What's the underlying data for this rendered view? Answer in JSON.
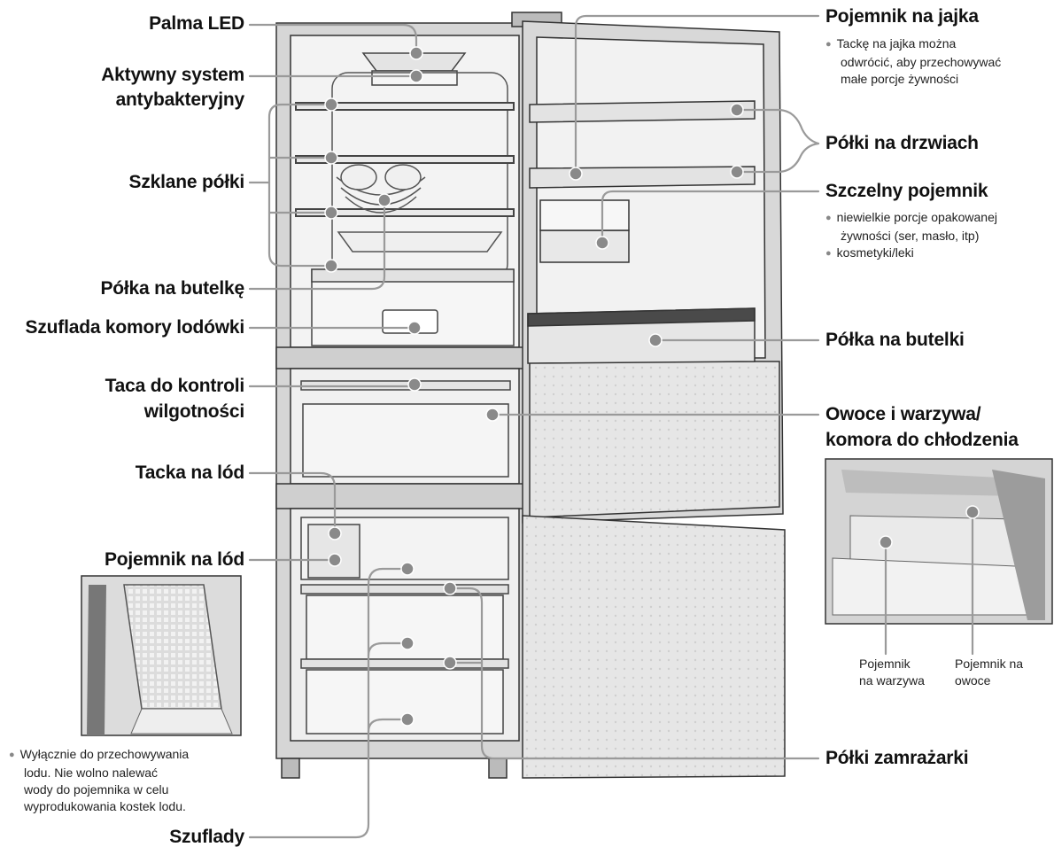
{
  "labels_left": {
    "palma_led": "Palma LED",
    "aktywny_1": "Aktywny system",
    "aktywny_2": "antybakteryjny",
    "szklane_polki": "Szklane półki",
    "polka_na_butelke": "Półka na butelkę",
    "szuflada_komory": "Szuflada komory lodówki",
    "taca_1": "Taca do kontroli",
    "taca_2": "wilgotności",
    "tacka_na_lod": "Tacka na lód",
    "pojemnik_na_lod": "Pojemnik na lód",
    "szuflady": "Szuflady"
  },
  "labels_right": {
    "pojemnik_na_jajka": "Pojemnik na jajka",
    "polki_na_drzwiach": "Półki na drzwiach",
    "szczelny_pojemnik": "Szczelny pojemnik",
    "polka_na_butelki": "Półka na butelki",
    "owoce_1": "Owoce i warzywa/",
    "owoce_2": "komora do chłodzenia",
    "polki_zamrazarki": "Półki zamrażarki"
  },
  "notes": {
    "egg_1": "Tackę na jajka można",
    "egg_2": "odwrócić, aby przechowywać",
    "egg_3": "małe porcje żywności",
    "sealed_b1_1": "niewielkie porcje opakowanej",
    "sealed_b1_2": "żywności (ser, masło, itp)",
    "sealed_b2": "kosmetyki/leki",
    "ice_1": "Wyłącznie do przechowywania",
    "ice_2": "lodu. Nie wolno nalewać",
    "ice_3": "wody do pojemnika w celu",
    "ice_4": "wyprodukowania kostek lodu."
  },
  "inset_labels": {
    "warzywa_1": "Pojemnik",
    "warzywa_2": "na warzywa",
    "owoce_1": "Pojemnik na",
    "owoce_2": "owoce"
  },
  "colors": {
    "line": "#9a9a9a",
    "dot": "#8a8a8a",
    "outline": "#333333",
    "body": "#d9d9d9",
    "interior": "#f4f4f4"
  }
}
